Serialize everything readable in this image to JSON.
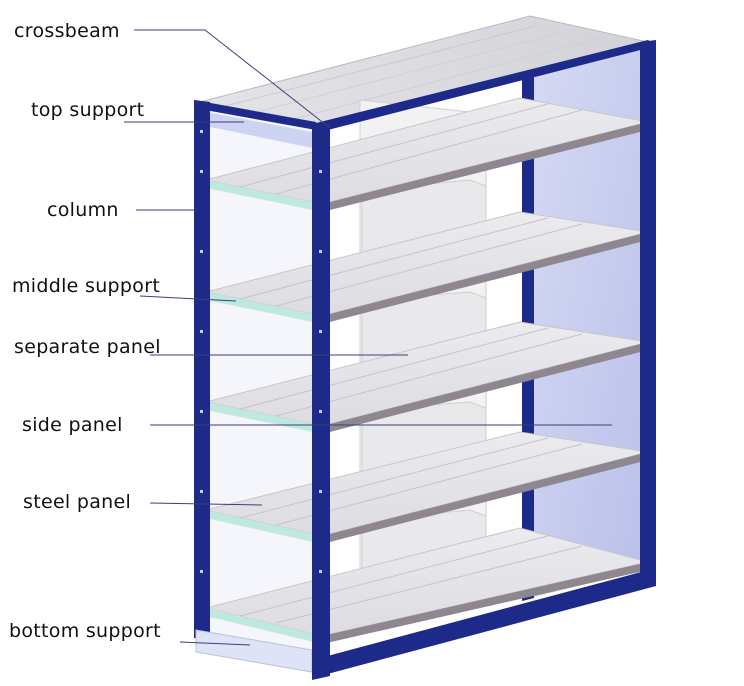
{
  "labels": {
    "crossbeam": "crossbeam",
    "top_support": "top support",
    "column": "column",
    "middle_support": "middle support",
    "separate_panel": "separate panel",
    "side_panel": "side panel",
    "steel_panel": "steel panel",
    "bottom_support": "bottom support"
  },
  "colors": {
    "frame_blue": "#1e2a8a",
    "frame_blue_dark": "#141d66",
    "side_panel": "#c6ccee",
    "shelf_top": "#e7e7ea",
    "shelf_front": "#8f8790",
    "separate_panel": "#f1f1f2",
    "support_green": "#bfe9df",
    "leader_line": "#3a3f7a"
  }
}
